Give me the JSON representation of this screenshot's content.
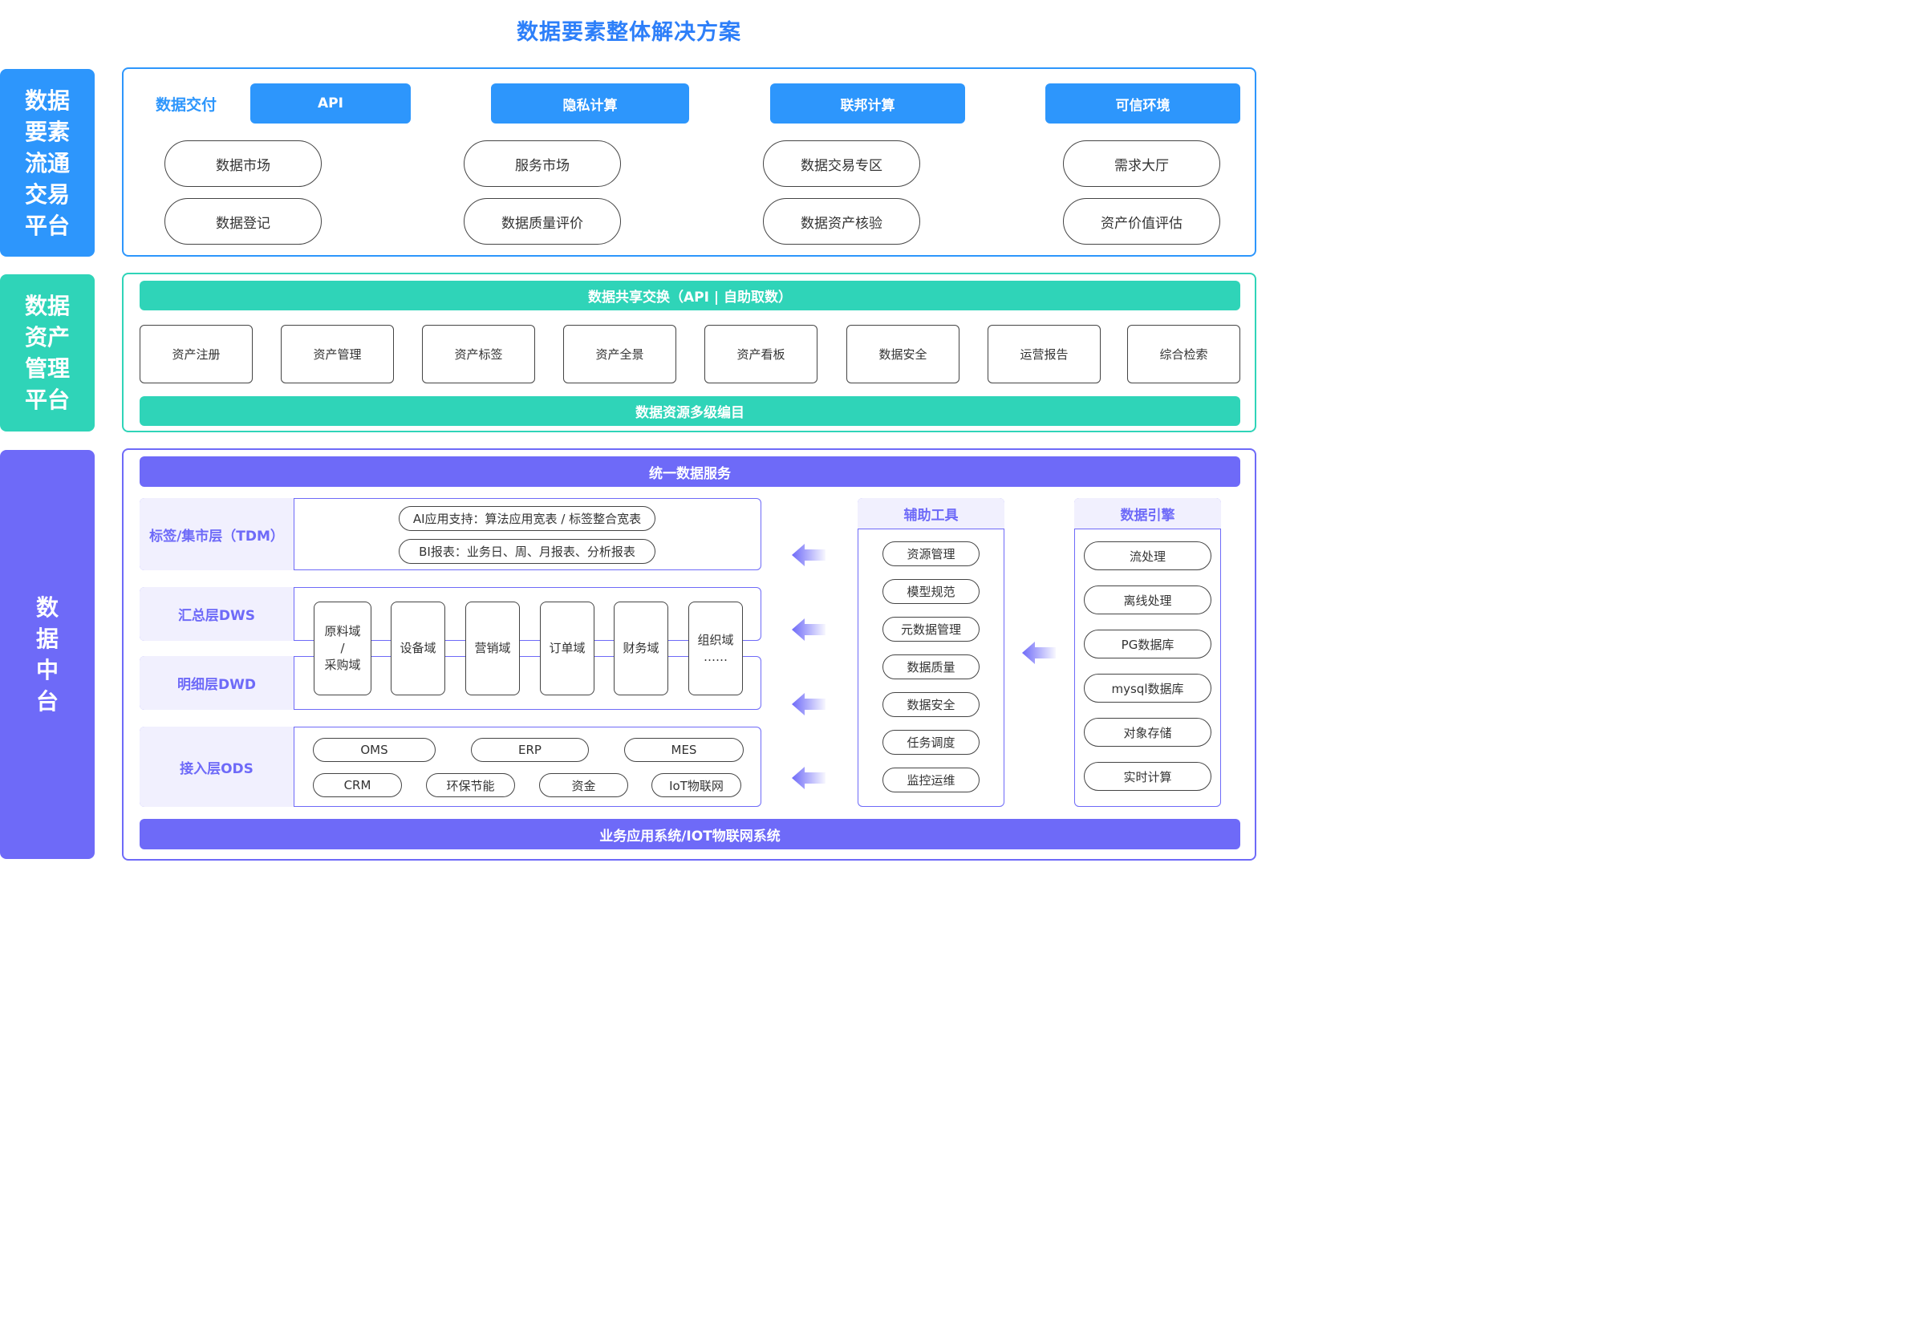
{
  "title": "数据要素整体解决方案",
  "colors": {
    "blue": "#2d96fc",
    "green": "#2fd4b8",
    "purple": "#6e6af8",
    "title": "#2d7ff9"
  },
  "sections": {
    "trade_platform": {
      "label_lines": [
        "数据",
        "要素",
        "流通",
        "交易",
        "平台"
      ],
      "delivery_label": "数据交付",
      "delivery_buttons": [
        "API",
        "隐私计算",
        "联邦计算",
        "可信环境"
      ],
      "modules": [
        "数据市场",
        "服务市场",
        "数据交易专区",
        "需求大厅",
        "数据登记",
        "数据质量评价",
        "数据资产核验",
        "资产价值评估"
      ]
    },
    "asset_platform": {
      "label_lines": [
        "数据",
        "资产",
        "管理",
        "平台"
      ],
      "top_bar": "数据共享交换（API | 自助取数）",
      "modules": [
        "资产注册",
        "资产管理",
        "资产标签",
        "资产全景",
        "资产看板",
        "数据安全",
        "运营报告",
        "综合检索"
      ],
      "bottom_bar": "数据资源多级编目"
    },
    "data_middle_platform": {
      "label_lines": [
        "数",
        "据",
        "中",
        "台"
      ],
      "top_bar": "统一数据服务",
      "layers": {
        "tdm": {
          "label": "标签/集市层（TDM）",
          "items": [
            "AI应用支持：算法应用宽表 / 标签整合宽表",
            "BI报表：业务日、周、月报表、分析报表"
          ]
        },
        "dws": {
          "label": "汇总层DWS"
        },
        "dwd": {
          "label": "明细层DWD"
        },
        "domains": [
          "原料域\n/\n采购域",
          "设备域",
          "营销域",
          "订单域",
          "财务域",
          "组织域\n……"
        ],
        "ods": {
          "label": "接入层ODS",
          "row1": [
            "OMS",
            "ERP",
            "MES"
          ],
          "row2": [
            "CRM",
            "环保节能",
            "资金",
            "IoT物联网"
          ]
        }
      },
      "tools": {
        "title": "辅助工具",
        "items": [
          "资源管理",
          "模型规范",
          "元数据管理",
          "数据质量",
          "数据安全",
          "任务调度",
          "监控运维"
        ]
      },
      "engine": {
        "title": "数据引擎",
        "items": [
          "流处理",
          "离线处理",
          "PG数据库",
          "mysql数据库",
          "对象存储",
          "实时计算"
        ]
      },
      "bottom_bar": "业务应用系统/IOT物联网系统"
    }
  }
}
